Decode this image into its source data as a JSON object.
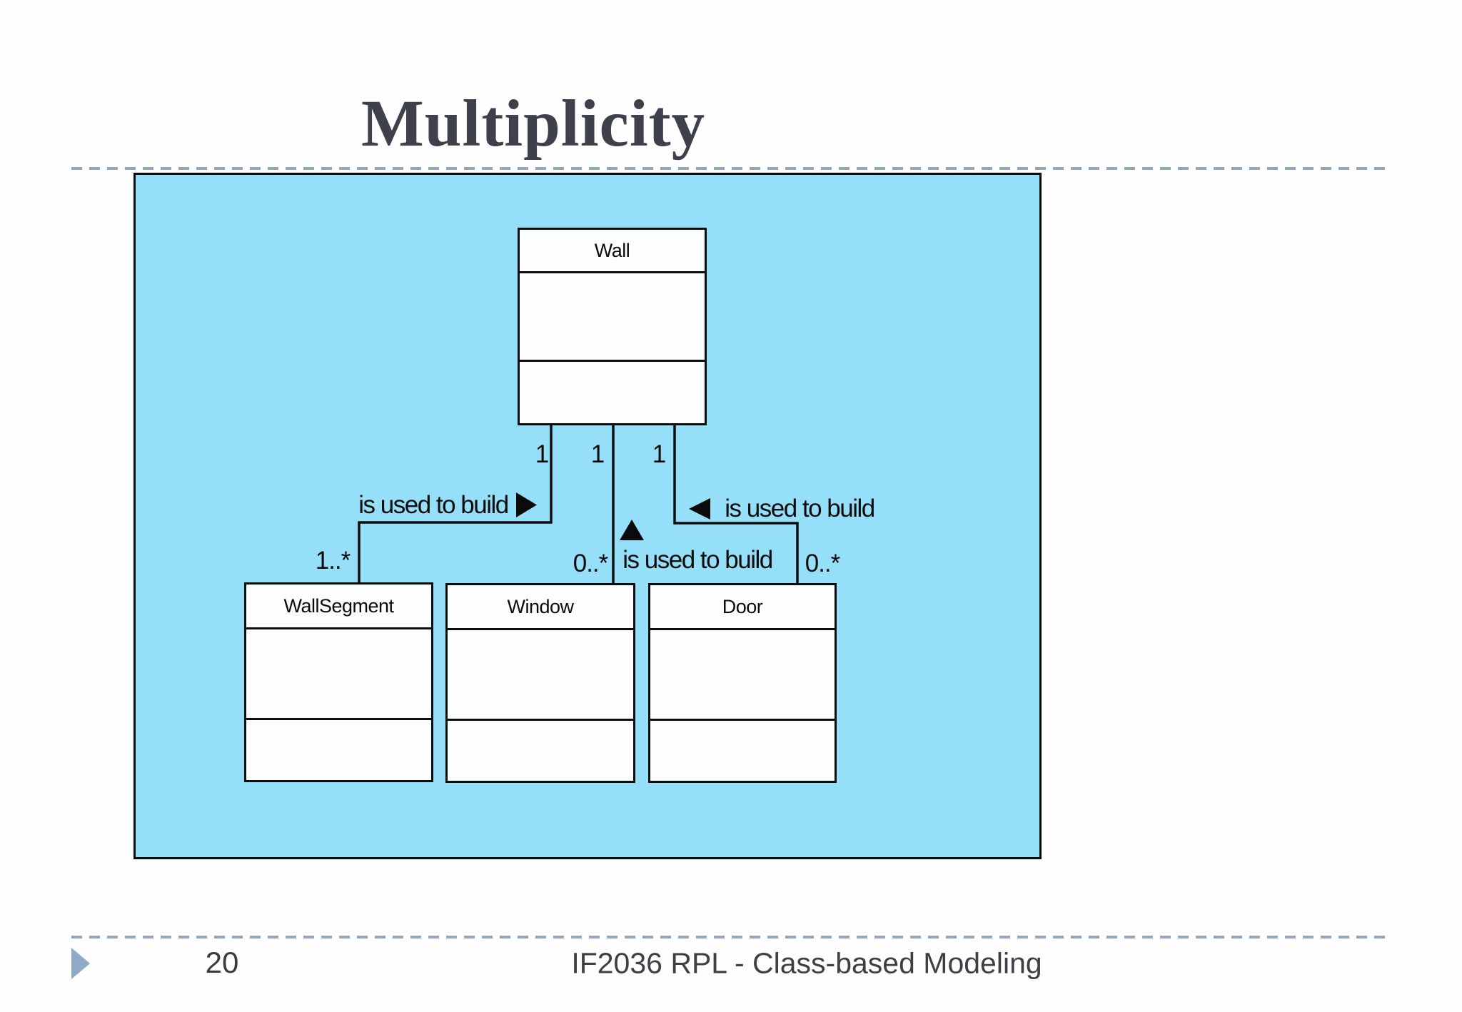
{
  "slide": {
    "title": "Multiplicity",
    "page_number": "20",
    "footer_text": "IF2036 RPL - Class-based Modeling"
  },
  "colors": {
    "diagram_background": "#95E0F8",
    "diagram_line": "#0D0D0D",
    "class_box_fill": "#FBFEFD",
    "nav_arrow": "#8FA9C6",
    "dashed_rule": "#92A7BC",
    "title_text": "#3E414B",
    "footer_text": "#3E3E45"
  },
  "diagram": {
    "classes": [
      {
        "name": "Wall"
      },
      {
        "name": "WallSegment"
      },
      {
        "name": "Window"
      },
      {
        "name": "Door"
      }
    ],
    "associations": [
      {
        "from": "Wall",
        "to": "WallSegment",
        "label": "is used to build",
        "reading_direction": "right",
        "multiplicity_wall": "1",
        "multiplicity_part": "1..*"
      },
      {
        "from": "Wall",
        "to": "Window",
        "label": "is used to build",
        "reading_direction": "up",
        "multiplicity_wall": "1",
        "multiplicity_part": "0..*"
      },
      {
        "from": "Wall",
        "to": "Door",
        "label": "is used to build",
        "reading_direction": "left",
        "multiplicity_wall": "1",
        "multiplicity_part": "0..*"
      }
    ]
  }
}
